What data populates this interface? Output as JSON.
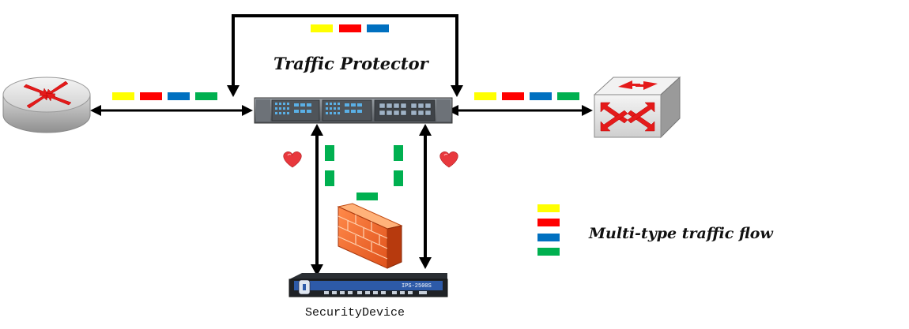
{
  "labels": {
    "traffic_protector": "Traffic Protector",
    "security_device": "SecurityDevice",
    "multi_type_flow": "Multi-type traffic flow",
    "ips_model": "IPS-2500S"
  },
  "colors": {
    "yellow": "#ffff00",
    "red": "#ff0000",
    "blue": "#0070c0",
    "green": "#00b050",
    "arrow": "#000000"
  },
  "icons": {
    "router": "router-icon",
    "switch": "switch-icon",
    "firewall": "firewall-icon",
    "traffic_protector": "traffic-protector-appliance",
    "security_device": "ips-appliance",
    "heart": "heart-icon"
  }
}
